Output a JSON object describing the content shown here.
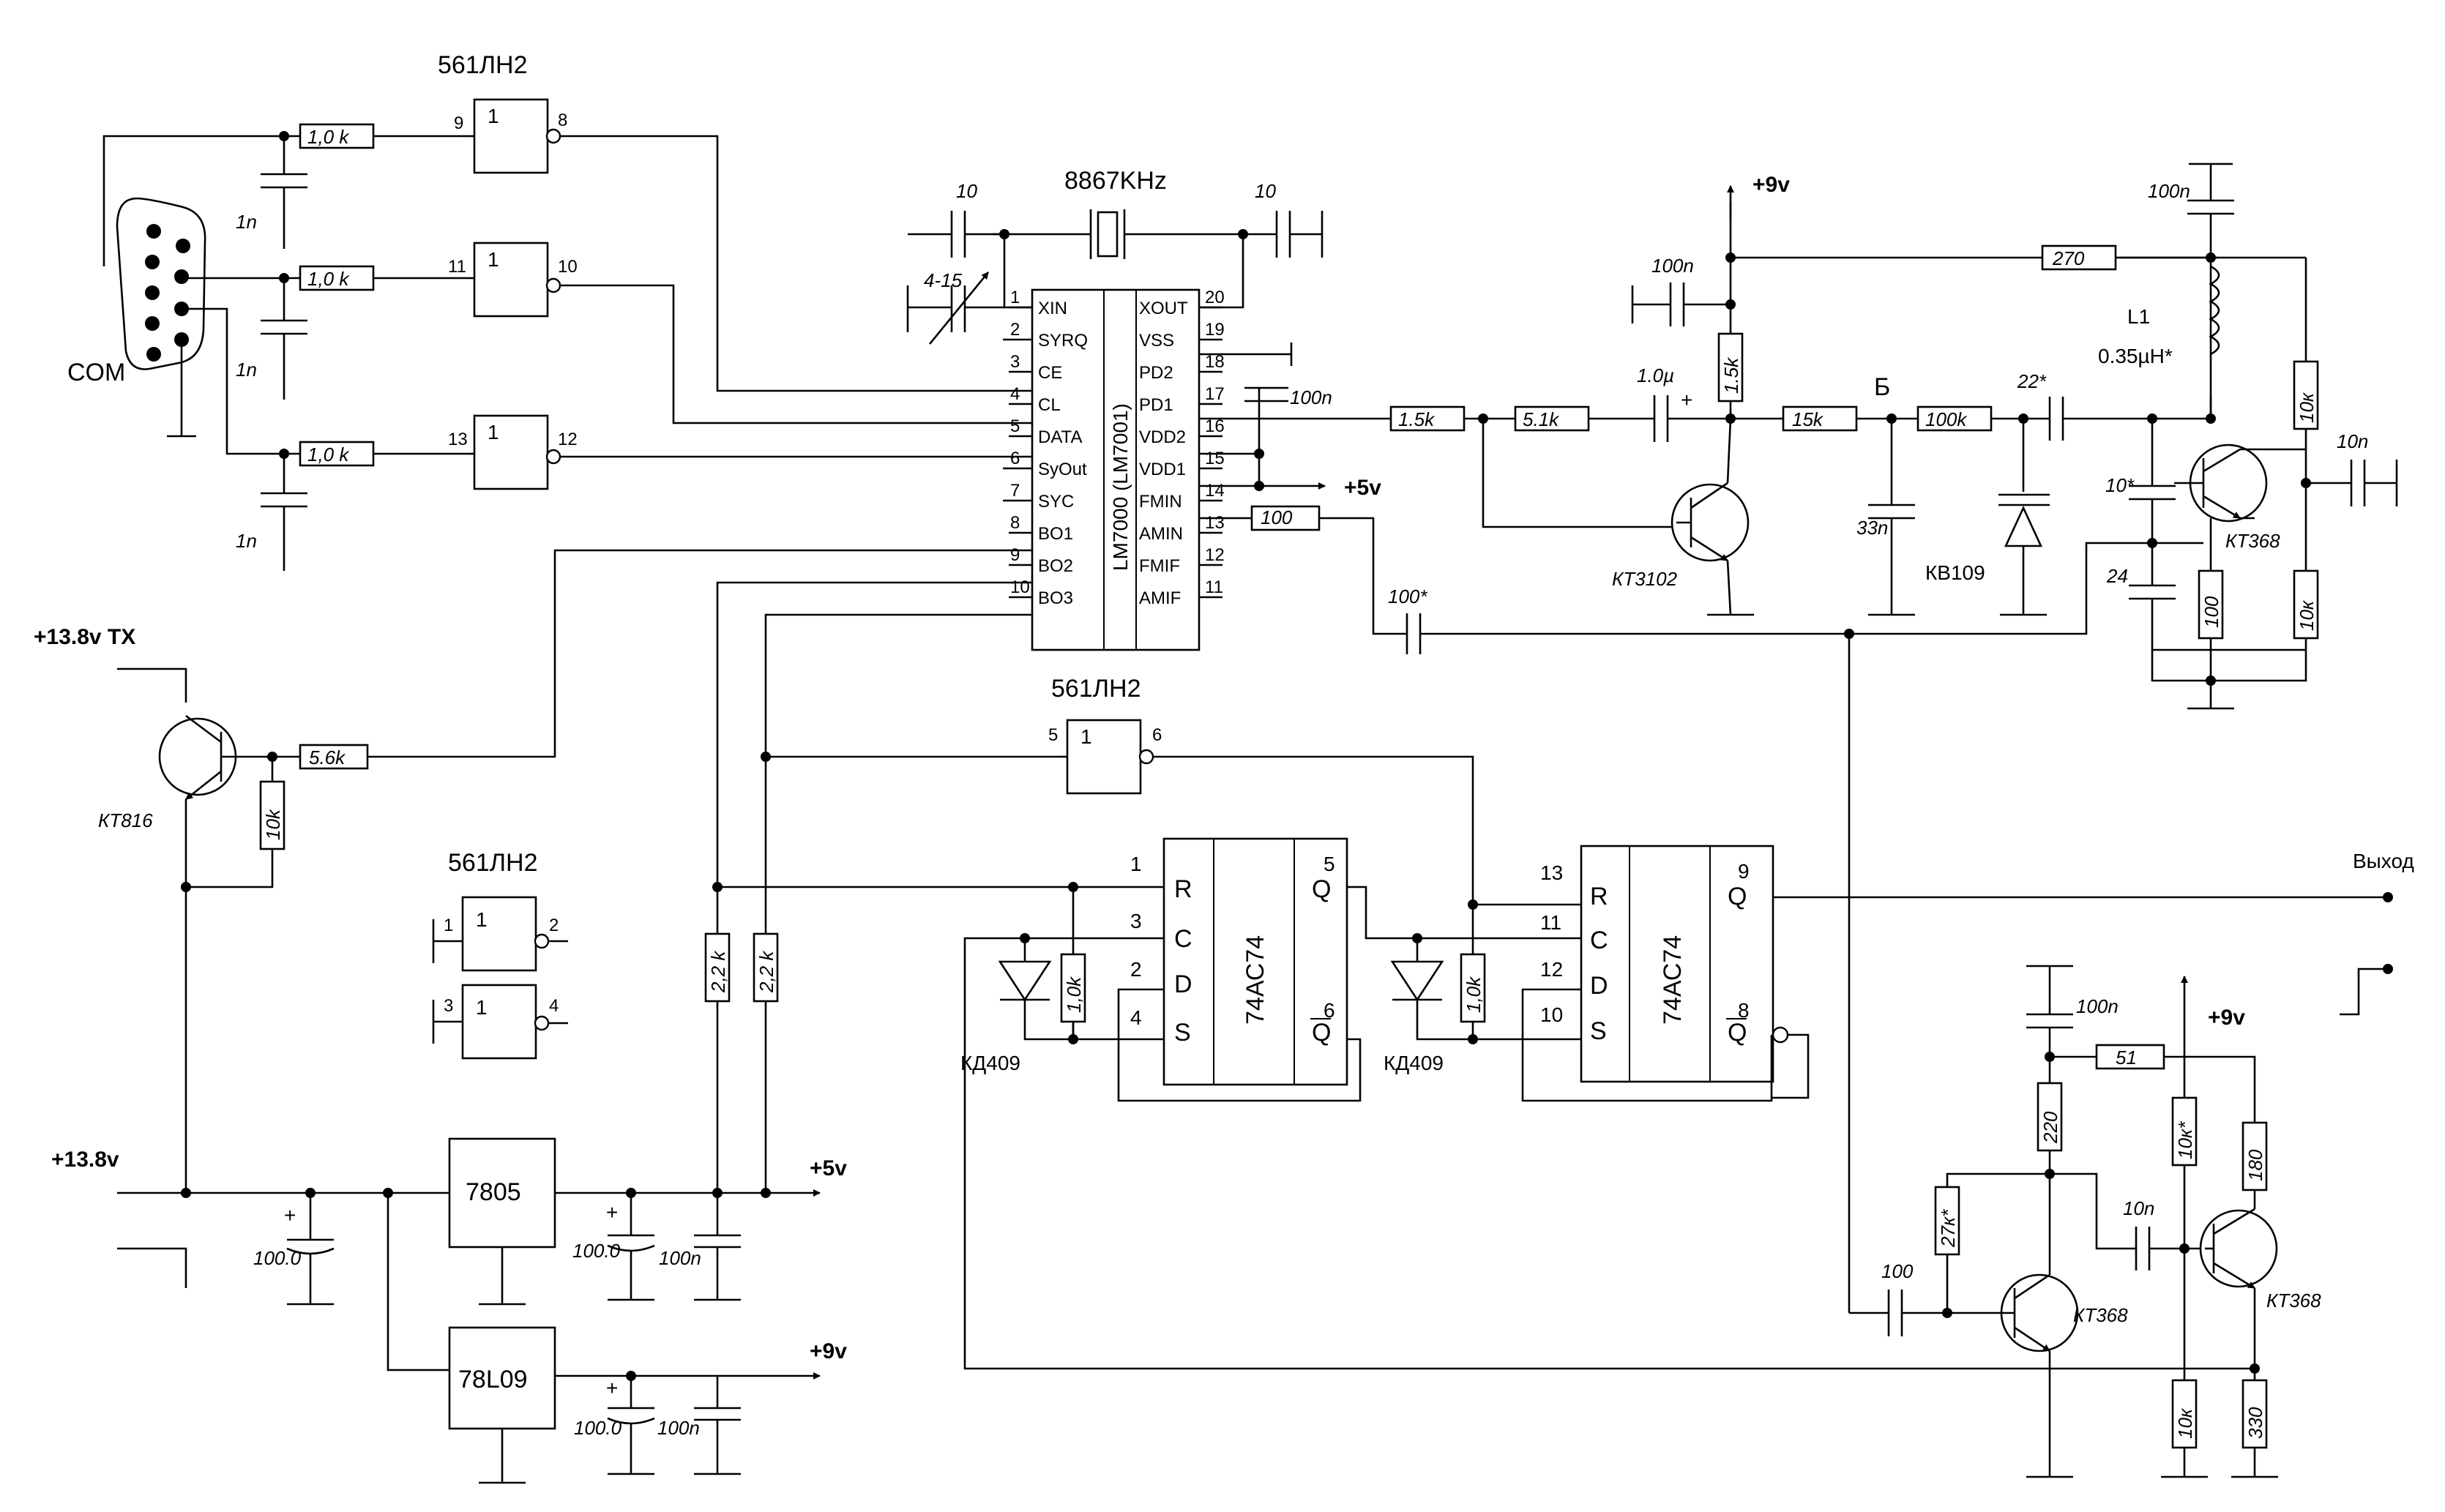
{
  "com": {
    "label": "COM"
  },
  "inverters": {
    "top_label": "561ЛН2",
    "mid_label": "561ЛН2",
    "spare_label": "561ЛН2",
    "g1_in": "9",
    "g1_out": "8",
    "g2_in": "11",
    "g2_out": "10",
    "g3_in": "13",
    "g3_out": "12",
    "g4_in": "5",
    "g4_out": "6",
    "sp1_in": "1",
    "sp1_out": "2",
    "sp2_in": "3",
    "sp2_out": "4",
    "gate_sym": "1"
  },
  "resistors": {
    "r_com1": "1,0 k",
    "r_com2": "1,0 k",
    "r_com3": "1,0 k",
    "r_kt816": "5.6k",
    "r_kt816_be": "10k",
    "r_bo2": "2,2 k",
    "r_bo3": "2,2 k",
    "r_pd1a": "1.5k",
    "r_pd1b": "5.1k",
    "r_fmin": "100",
    "r_coll": "1.5k",
    "r_15k": "15k",
    "r_100k": "100k",
    "r_270": "270",
    "r_10k_a": "10к",
    "r_100": "100",
    "r_10k_b": "10к",
    "r_d1": "1,0k",
    "r_d2": "1,0k",
    "r_220": "220",
    "r_51": "51",
    "r_27k": "27к*",
    "r_10k_c": "10к*",
    "r_180": "180",
    "r_10k_d": "10к",
    "r_330": "330"
  },
  "capacitors": {
    "c_com1": "1n",
    "c_com2": "1n",
    "c_com3": "1n",
    "c_x1": "10",
    "c_x2": "10",
    "trimmer": "4-15",
    "c_vdd": "100n",
    "c_9v": "100n",
    "c_coup": "1.0µ",
    "c_33n": "33n",
    "c_22": "22*",
    "c_100star": "100*",
    "c_10star": "10*",
    "c_24": "24",
    "c_top": "100n",
    "c_out": "10n",
    "c_reg1": "100.0",
    "c_reg2": "100.0",
    "c_reg3": "100n",
    "c_reg4": "100.0",
    "c_reg5": "100n",
    "c_amp_top": "100n",
    "c_amp_in": "100",
    "c_amp_mid": "10n"
  },
  "crystal": {
    "freq": "8867KHz"
  },
  "pll": {
    "name": "LM7000 (LM7001)",
    "left_pins": [
      {
        "n": "1",
        "name": "XIN"
      },
      {
        "n": "2",
        "name": "SYRQ"
      },
      {
        "n": "3",
        "name": "CE"
      },
      {
        "n": "4",
        "name": "CL"
      },
      {
        "n": "5",
        "name": "DATA"
      },
      {
        "n": "6",
        "name": "SyOut"
      },
      {
        "n": "7",
        "name": "SYC"
      },
      {
        "n": "8",
        "name": "BO1"
      },
      {
        "n": "9",
        "name": "BO2"
      },
      {
        "n": "10",
        "name": "BO3"
      }
    ],
    "right_pins": [
      {
        "n": "20",
        "name": "XOUT"
      },
      {
        "n": "19",
        "name": "VSS"
      },
      {
        "n": "18",
        "name": "PD2"
      },
      {
        "n": "17",
        "name": "PD1"
      },
      {
        "n": "16",
        "name": "VDD2"
      },
      {
        "n": "15",
        "name": "VDD1"
      },
      {
        "n": "14",
        "name": "FMIN"
      },
      {
        "n": "13",
        "name": "AMIN"
      },
      {
        "n": "12",
        "name": "FMIF"
      },
      {
        "n": "11",
        "name": "AMIF"
      }
    ]
  },
  "rails": {
    "plus5_pll": "+5v",
    "plus9_top": "+9v",
    "plus9_amp": "+9v",
    "plus138_tx": "+13.8v TX",
    "plus138": "+13.8v",
    "out5": "+5v",
    "out9": "+9v"
  },
  "transistors": {
    "kt816": "КТ816",
    "kt3102": "КТ3102",
    "kt368_osc": "КТ368",
    "kt368_a": "КТ368",
    "kt368_b": "КТ368"
  },
  "varicap": {
    "name": "КВ109",
    "node": "Б"
  },
  "inductor": {
    "name": "L1",
    "value": "0.35µH*"
  },
  "regulators": {
    "r7805": "7805",
    "r78l09": "78L09"
  },
  "flipflops": {
    "name": "74АС74",
    "ff1": {
      "r": "1",
      "c": "3",
      "d": "2",
      "s": "4",
      "q": "5",
      "qn": "6"
    },
    "ff2": {
      "r": "13",
      "c": "11",
      "d": "12",
      "s": "10",
      "q": "9",
      "qn": "8"
    },
    "pins": {
      "r": "R",
      "c": "C",
      "d": "D",
      "s": "S",
      "q": "Q",
      "qn": "Q"
    }
  },
  "diodes": {
    "d1": "КД409",
    "d2": "КД409"
  },
  "output": {
    "label": "Выход"
  }
}
